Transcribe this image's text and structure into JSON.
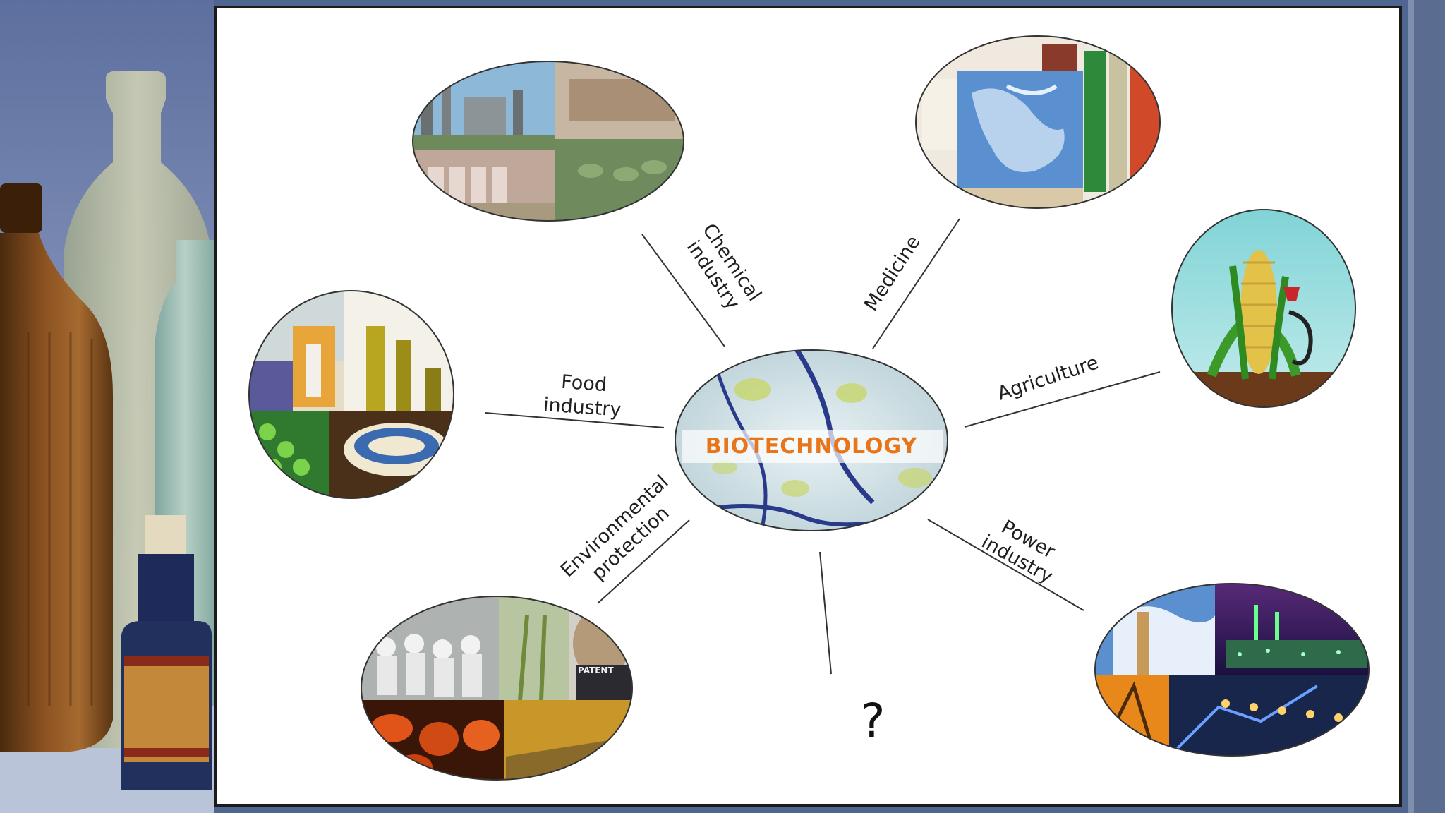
{
  "center": {
    "label": "BIOTECHNOLOGY"
  },
  "branches": {
    "chemical": {
      "line1": "Chemical",
      "line2": "industry"
    },
    "medicine": {
      "line1": "Medicine"
    },
    "agriculture": {
      "line1": "Agriculture"
    },
    "food": {
      "line1": "Food",
      "line2": "industry"
    },
    "environmental": {
      "line1": "Environmental",
      "line2": "protection"
    },
    "power": {
      "line1": "Power",
      "line2": "industry"
    },
    "unknown": {
      "line1": "?"
    }
  },
  "photo_text": {
    "patent": "PATENT"
  },
  "colors": {
    "center_text": "#e8751a",
    "slide_background": "#ffffff",
    "background": "#4f6690",
    "spoke": "#333333"
  }
}
